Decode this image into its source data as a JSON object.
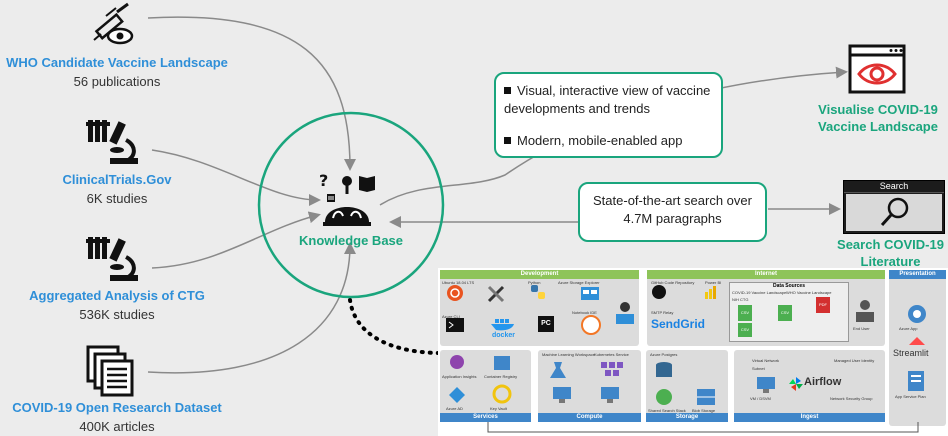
{
  "sources": [
    {
      "title": "WHO Candidate Vaccine Landscape",
      "subtitle": "56 publications",
      "icon": "vaccine-icon"
    },
    {
      "title": "ClinicalTrials.Gov",
      "subtitle": "6K studies",
      "icon": "microscope-icon"
    },
    {
      "title": "Aggregated Analysis of CTG",
      "subtitle": "536K studies",
      "icon": "microscope-icon"
    },
    {
      "title": "COVID-19 Open Research Dataset",
      "subtitle": "400K articles",
      "icon": "documents-icon"
    }
  ],
  "center": {
    "label": "Knowledge Base",
    "icon": "knowledge-icon"
  },
  "callouts": {
    "visual": {
      "line1": "Visual, interactive view of vaccine developments and trends",
      "line2": "Modern, mobile-enabled app"
    },
    "search": "State-of-the-art search over 4.7M paragraphs"
  },
  "outputs": {
    "visualise": {
      "title": "Visualise COVID-19 Vaccine Landscape",
      "icon": "eye-window-icon"
    },
    "search": {
      "title": "Search COVID-19 Literature",
      "screen_label": "Search",
      "icon": "search-screen-icon"
    }
  },
  "architecture": {
    "development": "Development",
    "internet": "Internet",
    "presentation": "Presentation",
    "services": "Services",
    "compute": "Compute",
    "storage": "Storage",
    "ingest": "Ingest",
    "data_sources": "Data Sources",
    "logos": {
      "docker": "docker",
      "sendgrid": "SendGrid",
      "airflow": "Airflow",
      "streamlit": "Streamlit",
      "pycharm": "PC"
    },
    "small_labels": [
      "Ubuntu 18.04 LTS",
      "Azure CLI",
      "Python",
      "Azure Storage Explorer",
      "Notebook IDE",
      "GitHub Code Repository",
      "Power BI",
      "SMTP Relay",
      "COVID-19 Vaccine Landscape",
      "NIH CTG",
      "WHO Vaccine Landscape",
      "End User",
      "Azure App",
      "App Service Plan",
      "Application Insights",
      "Container Registry",
      "Azure AD",
      "Key Vault",
      "Machine Learning Workspace",
      "Kubernetes Service",
      "Azure Postgres",
      "Shared Search Stack",
      "Blob Storage",
      "Virtual Network",
      "Subnet",
      "VM / DSVM",
      "Managed User Identity",
      "Network Security Group"
    ],
    "csv": "CSV",
    "pdf": "PDF"
  },
  "colors": {
    "teal": "#1aa57d",
    "blue": "#2f8fd8",
    "green_header": "#8ec45a",
    "blue_header": "#3f86c9",
    "panel_bg": "#dcdcdc"
  }
}
